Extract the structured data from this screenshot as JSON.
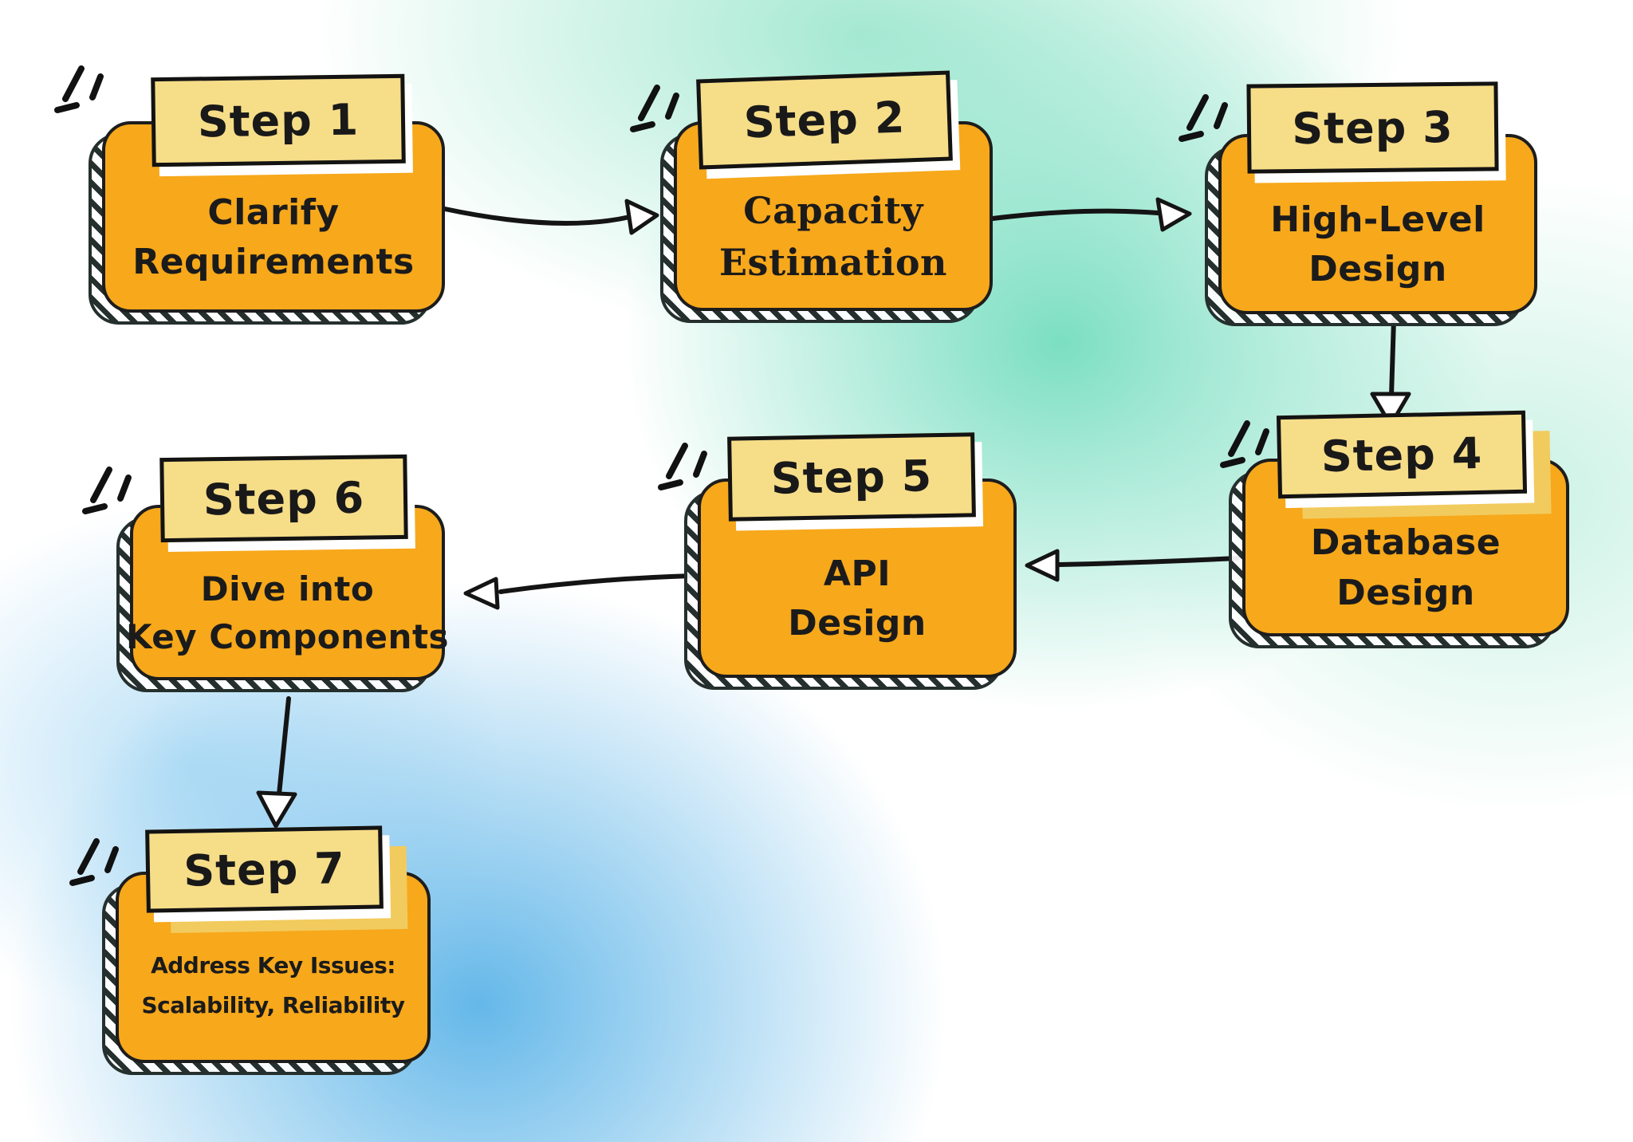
{
  "diagram": {
    "title": "System design steps flowchart",
    "colors": {
      "box_fill": "#F7A81B",
      "header_fill": "#F6DD88",
      "outline": "#1d1d1d",
      "arrow": "#141414",
      "background_teal": "#74DDBE",
      "background_blue": "#5CB4E8"
    },
    "steps": [
      {
        "label": "Step 1",
        "title": "Clarify Requirements",
        "lines": [
          "Clarify",
          "Requirements"
        ]
      },
      {
        "label": "Step 2",
        "title": "Capacity Estimation",
        "lines": [
          "Capacity",
          "Estimation"
        ]
      },
      {
        "label": "Step 3",
        "title": "High-Level Design",
        "lines": [
          "High-Level",
          "Design"
        ]
      },
      {
        "label": "Step 4",
        "title": "Database Design",
        "lines": [
          "Database",
          "Design"
        ]
      },
      {
        "label": "Step 5",
        "title": "API Design",
        "lines": [
          "API",
          "Design"
        ]
      },
      {
        "label": "Step 6",
        "title": "Dive into Key Components",
        "lines": [
          "Dive into",
          "Key Components"
        ]
      },
      {
        "label": "Step 7",
        "title": "Address Key Issues: Scalability, Reliability",
        "lines": [
          "Address Key Issues:",
          "Scalability, Reliability"
        ]
      }
    ],
    "connections": [
      {
        "from": "Step 1",
        "to": "Step 2"
      },
      {
        "from": "Step 2",
        "to": "Step 3"
      },
      {
        "from": "Step 3",
        "to": "Step 4"
      },
      {
        "from": "Step 4",
        "to": "Step 5"
      },
      {
        "from": "Step 5",
        "to": "Step 6"
      },
      {
        "from": "Step 6",
        "to": "Step 7"
      }
    ]
  }
}
